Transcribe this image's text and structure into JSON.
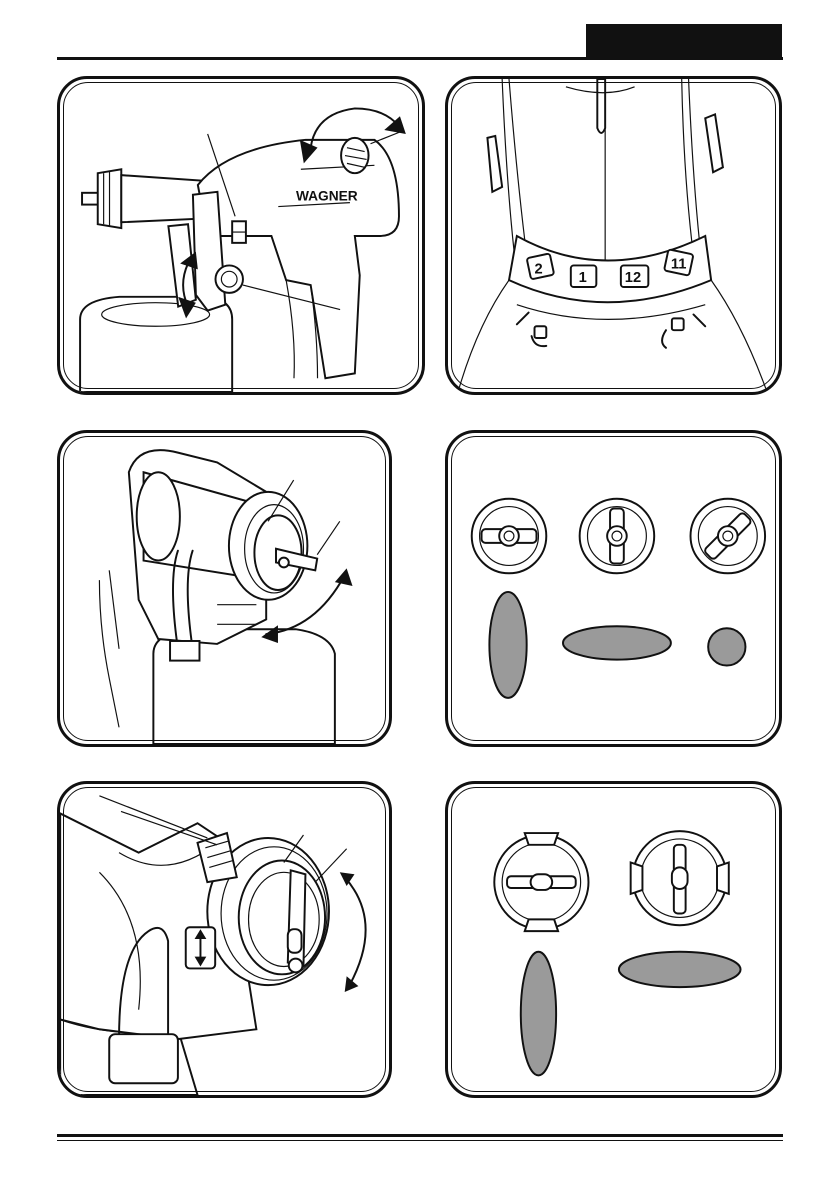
{
  "brand_text": "WAGNER",
  "dial_numbers": [
    "2",
    "1",
    "12",
    "11"
  ],
  "colors": {
    "ink": "#111111",
    "spray_pattern": "#9a9a9a",
    "background": "#ffffff"
  }
}
